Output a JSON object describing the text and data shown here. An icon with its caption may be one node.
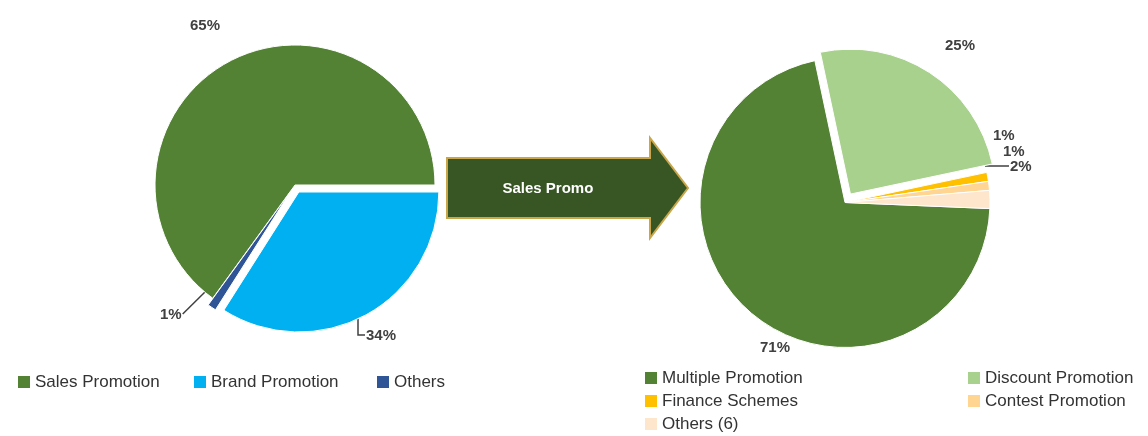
{
  "diagram": {
    "nodes": [
      {
        "text": [],
        "shape": "picture"
      },
      {
        "text": [],
        "shape": "picture"
      },
      {
        "text": [
          "2%"
        ]
      },
      {
        "text": [
          "1%"
        ]
      },
      {
        "text": [
          "34%"
        ]
      }
    ],
    "edges": [
      {
        "from": 0,
        "to": 1,
        "arrow": "to",
        "label": "Sales Promo",
        "style": "thick"
      },
      {
        "from": 2,
        "to": 1,
        "arrow": "none"
      },
      {
        "from": 3,
        "to": 0,
        "arrow": "none"
      },
      {
        "from": 4,
        "to": 0,
        "arrow": "none"
      }
    ],
    "labels": [
      "65%",
      "25%",
      "1%",
      "1%",
      "71%"
    ],
    "legend": [
      {
        "text": "Sales Promotion",
        "color": "#548235"
      },
      {
        "text": "Brand Promotion",
        "color": "#00b0f0"
      },
      {
        "text": "Others",
        "color": "#2f5597"
      },
      {
        "text": "Multiple Promotion",
        "color": "#548235"
      },
      {
        "text": "Discount Promotion",
        "color": "#a9d18e"
      },
      {
        "text": "Finance Schemes",
        "color": "#ffc000"
      },
      {
        "text": "Contest Promotion",
        "color": "#ffd591"
      },
      {
        "text": "Others (6)",
        "color": "#fde6cc"
      }
    ]
  }
}
